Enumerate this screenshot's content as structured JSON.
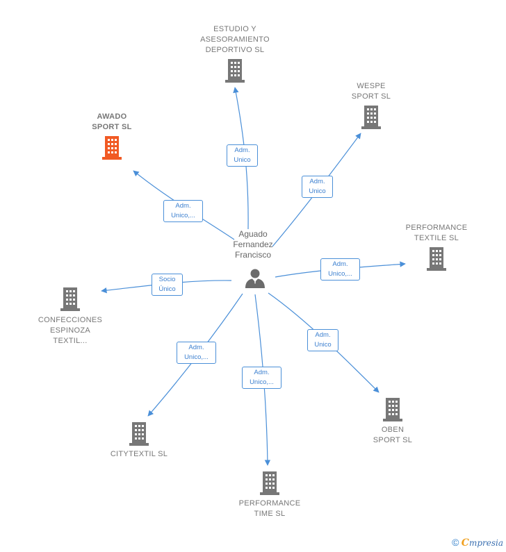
{
  "diagram": {
    "center": {
      "name": "Aguado\nFernandez\nFrancisco",
      "icon": "person-icon"
    },
    "companies": [
      {
        "id": "estudio",
        "name": "ESTUDIO Y\nASESORAMIENTO\nDEPORTIVO SL",
        "role": "Adm.\nUnico",
        "icon": "building-icon",
        "color": "#777777"
      },
      {
        "id": "wespe",
        "name": "WESPE\nSPORT SL",
        "role": "Adm.\nUnico",
        "icon": "building-icon",
        "color": "#777777"
      },
      {
        "id": "awado",
        "name": "AWADO\nSPORT SL",
        "role": "Adm.\nUnico,...",
        "icon": "building-icon",
        "color": "#f15a24"
      },
      {
        "id": "performance-textile",
        "name": "PERFORMANCE\nTEXTILE SL",
        "role": "Adm.\nUnico,...",
        "icon": "building-icon",
        "color": "#777777"
      },
      {
        "id": "confecciones",
        "name": "CONFECCIONES\nESPINOZA\nTEXTIL...",
        "role": "Socio\nÚnico",
        "icon": "building-icon",
        "color": "#777777"
      },
      {
        "id": "citytextil",
        "name": "CITYTEXTIL SL",
        "role": "Adm.\nUnico,...",
        "icon": "building-icon",
        "color": "#777777"
      },
      {
        "id": "performance-time",
        "name": "PERFORMANCE\nTIME SL",
        "role": "Adm.\nUnico,...",
        "icon": "building-icon",
        "color": "#777777"
      },
      {
        "id": "oben",
        "name": "OBEN\nSPORT SL",
        "role": "Adm.\nUnico",
        "icon": "building-icon",
        "color": "#777777"
      }
    ],
    "edge_color": "#4a8fd8"
  },
  "footer": {
    "copyright": "©",
    "brand_initial": "C",
    "brand_rest": "mpresia"
  }
}
